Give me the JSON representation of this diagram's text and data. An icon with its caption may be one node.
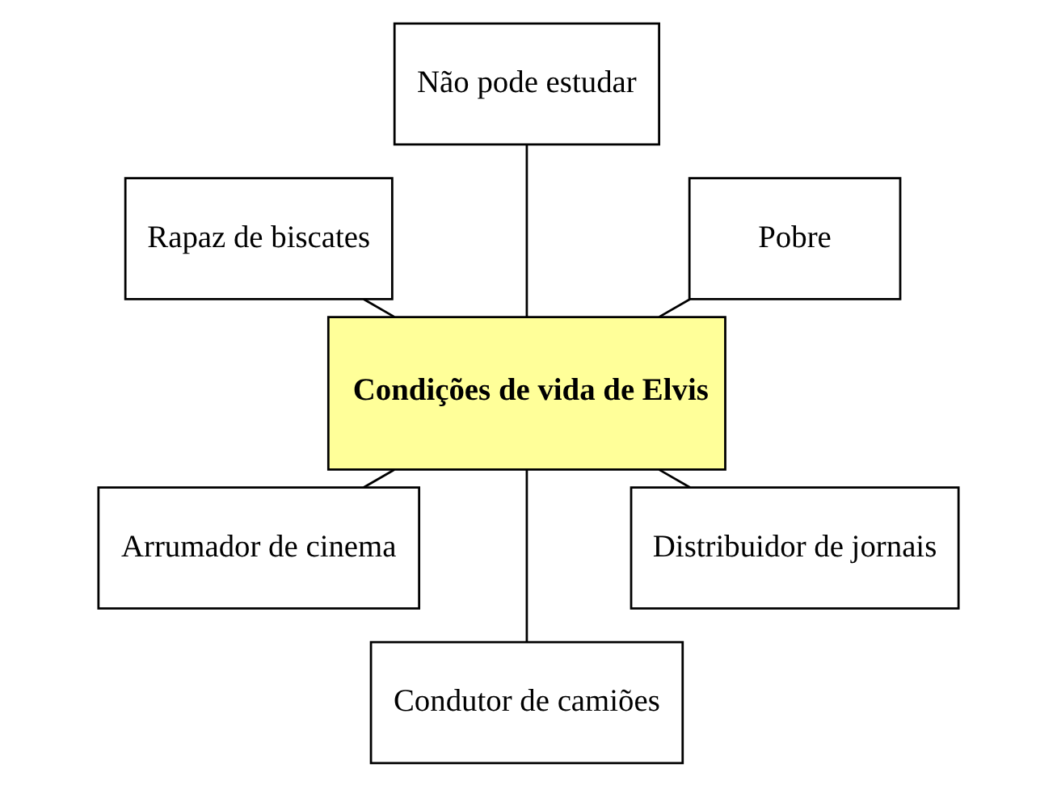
{
  "diagram": {
    "nodes": [
      {
        "text": [
          "Pobre"
        ]
      },
      {
        "text": [
          "Não pode estudar"
        ]
      },
      {
        "text": [
          "Rapaz de biscates"
        ]
      },
      {
        "text": [
          "Condições de vida de Elvis"
        ]
      },
      {
        "text": [
          "Arrumador de cinema"
        ]
      },
      {
        "text": [
          "Condutor de camiões"
        ]
      },
      {
        "text": [
          "Distribuidor de jornais"
        ]
      }
    ],
    "edges": [
      {
        "from": 3,
        "to": 0,
        "arrow": "none"
      },
      {
        "from": 3,
        "to": 1,
        "arrow": "none"
      },
      {
        "from": 3,
        "to": 2,
        "arrow": "none"
      },
      {
        "from": 3,
        "to": 4,
        "arrow": "none"
      },
      {
        "from": 3,
        "to": 5,
        "arrow": "none"
      },
      {
        "from": 3,
        "to": 6,
        "arrow": "none"
      }
    ]
  }
}
